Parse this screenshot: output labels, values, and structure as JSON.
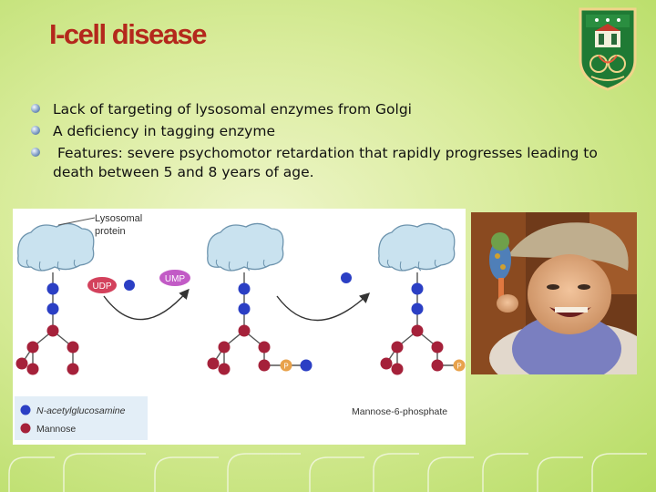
{
  "slide": {
    "title": "I-cell disease",
    "bullets": [
      "Lack of targeting of lysosomal enzymes from Golgi",
      "A deficiency in tagging enzyme",
      " Features: severe psychomotor retardation that rapidly progresses leading to death between 5 and 8 years of age."
    ]
  },
  "diagram": {
    "protein_label_line1": "Lysosomal",
    "protein_label_line2": "protein",
    "udp_label": "UDP",
    "ump_label": "UMP",
    "p_label": "P",
    "legend_glcnac": "N-acetylglucosamine",
    "legend_mannose": "Mannose",
    "m6p_label": "Mannose-6-phosphate"
  },
  "colors": {
    "title": "#b4281c",
    "glcnac": "#2b3fc4",
    "mannose": "#a5213a",
    "phosphate": "#e8a24c",
    "udp": "#d3415c",
    "ump": "#c25bc6"
  },
  "icons": {
    "emblem": "university-crest-icon",
    "bullet": "bullet-dot-icon",
    "photo": "child-photo"
  }
}
